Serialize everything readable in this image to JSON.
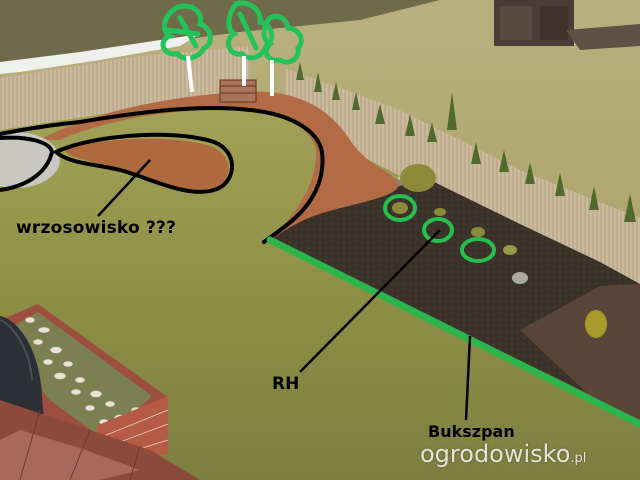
{
  "annotations": {
    "heath_label": "wrzosowisko ???",
    "rh_label": "RH",
    "boxwood_label": "Bukszpan"
  },
  "watermark": {
    "main": "ogrodowisko",
    "tld": ".pl"
  },
  "colors": {
    "lawn": "#8c8d45",
    "soil_bed": "#3a3128",
    "path_mulch": "#b06a44",
    "fence": "#c8b89a",
    "marker_green": "#2bb54a",
    "annotation_line": "#000000"
  }
}
